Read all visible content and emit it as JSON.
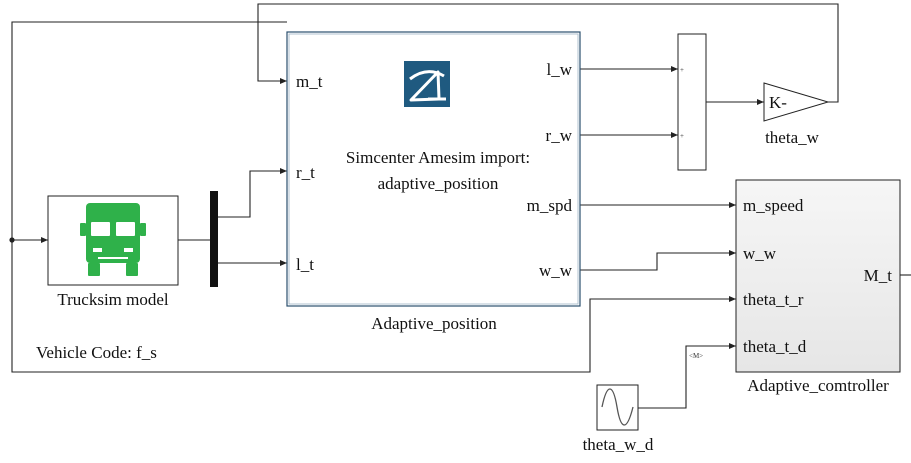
{
  "amesim_block": {
    "title_line1": "Simcenter Amesim import:",
    "title_line2": "adaptive_position",
    "name": "Adaptive_position",
    "inputs": [
      "m_t",
      "r_t",
      "l_t"
    ],
    "outputs": [
      "l_w",
      "r_w",
      "m_spd",
      "w_w"
    ],
    "logo_icon": "amesim-logo-icon",
    "logo_color": "#1f5a80"
  },
  "trucksim_block": {
    "name": "Trucksim model",
    "icon": "truck-icon",
    "icon_color": "#2fb14a"
  },
  "sum_block": {
    "signs": [
      "+",
      "+"
    ]
  },
  "gain_block": {
    "label": "K-",
    "name": "theta_w"
  },
  "controller_block": {
    "inputs": [
      "m_speed",
      "w_w",
      "theta_t_r",
      "theta_t_d"
    ],
    "output": "M_t",
    "name": "Adaptive_comtroller"
  },
  "sine_block": {
    "name": "theta_w_d",
    "icon": "sine-wave-icon"
  },
  "subsystem_label": "Vehicle Code: f_s",
  "wire_tag": "<M>"
}
